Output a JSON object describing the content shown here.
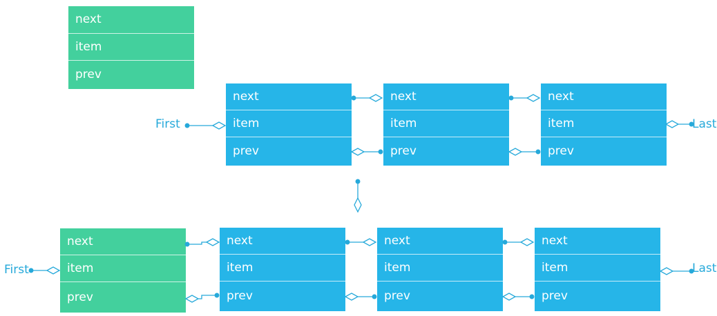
{
  "colors": {
    "node_blue": "#26b5e8",
    "node_green": "#43d09d",
    "connector": "#26a9da",
    "label": "#26a9da"
  },
  "legend_node": {
    "fields": [
      "next",
      "item",
      "prev"
    ]
  },
  "list_before": {
    "first_label": "First",
    "last_label": "Last",
    "nodes": [
      {
        "fields": [
          "next",
          "item",
          "prev"
        ]
      },
      {
        "fields": [
          "next",
          "item",
          "prev"
        ]
      },
      {
        "fields": [
          "next",
          "item",
          "prev"
        ]
      }
    ]
  },
  "list_after": {
    "first_label": "First",
    "last_label": "Last",
    "new_node": {
      "fields": [
        "next",
        "item",
        "prev"
      ]
    },
    "nodes": [
      {
        "fields": [
          "next",
          "item",
          "prev"
        ]
      },
      {
        "fields": [
          "next",
          "item",
          "prev"
        ]
      },
      {
        "fields": [
          "next",
          "item",
          "prev"
        ]
      }
    ]
  }
}
